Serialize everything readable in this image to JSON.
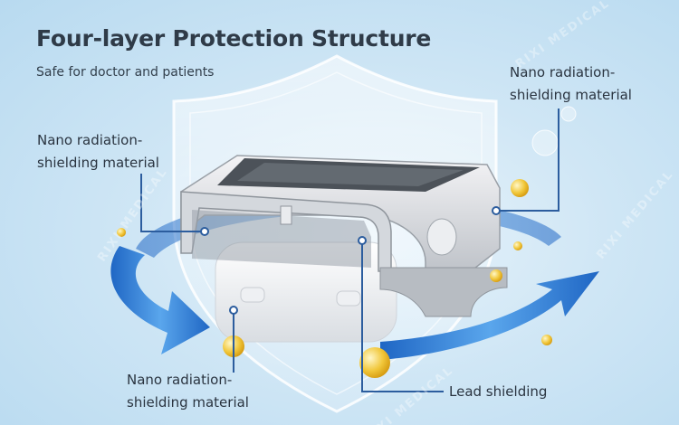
{
  "header": {
    "title": "Four-layer Protection Structure",
    "subtitle": "Safe for doctor and patients"
  },
  "callouts": {
    "top_right": {
      "line1": "Nano radiation-",
      "line2": "shielding material"
    },
    "top_left": {
      "line1": "Nano radiation-",
      "line2": "shielding material"
    },
    "bottom_left": {
      "line1": "Nano radiation-",
      "line2": "shielding material"
    },
    "bottom_right": {
      "line1": "Lead shielding"
    }
  },
  "watermarks": [
    "RIXI MEDICAL",
    "RIXI MEDICAL",
    "RIXI MEDICAL",
    "RIXI MEDICAL"
  ],
  "colors": {
    "leader_line": "#2c5d9e",
    "arrow_blue": "#2f7fd6",
    "text_dark": "#2f3b48"
  }
}
